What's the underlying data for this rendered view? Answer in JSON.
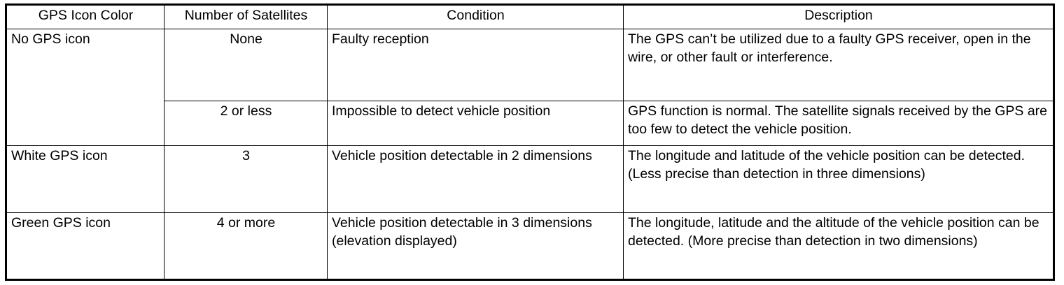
{
  "table": {
    "headers": [
      "GPS Icon Color",
      "Number of Satellites",
      "Condition",
      "Description"
    ],
    "rows": [
      {
        "gps_icon_color": "No GPS icon",
        "satellites": "None",
        "condition": "Faulty reception",
        "description": "The GPS can’t be utilized due to a faulty GPS receiver, open in the wire, or other fault or interference."
      },
      {
        "gps_icon_color": "",
        "satellites": "2 or less",
        "condition": "Impossible to detect vehicle position",
        "description": "GPS function is normal. The satellite signals received by the GPS are too few to detect the vehicle position."
      },
      {
        "gps_icon_color": "White GPS icon",
        "satellites": "3",
        "condition": "Vehicle position detectable in 2 dimensions",
        "description": "The longitude and latitude of the vehicle position can be detected. (Less precise than detection in three dimensions)"
      },
      {
        "gps_icon_color": "Green GPS icon",
        "satellites": "4 or more",
        "condition": "Vehicle position detectable in 3 dimensions (elevation displayed)",
        "description": "The longitude, latitude and the altitude of the vehicle position can be detected. (More precise than detection in two dimensions)"
      }
    ]
  },
  "colors": {
    "border": "#000000",
    "text": "#000000",
    "background": "#ffffff"
  }
}
